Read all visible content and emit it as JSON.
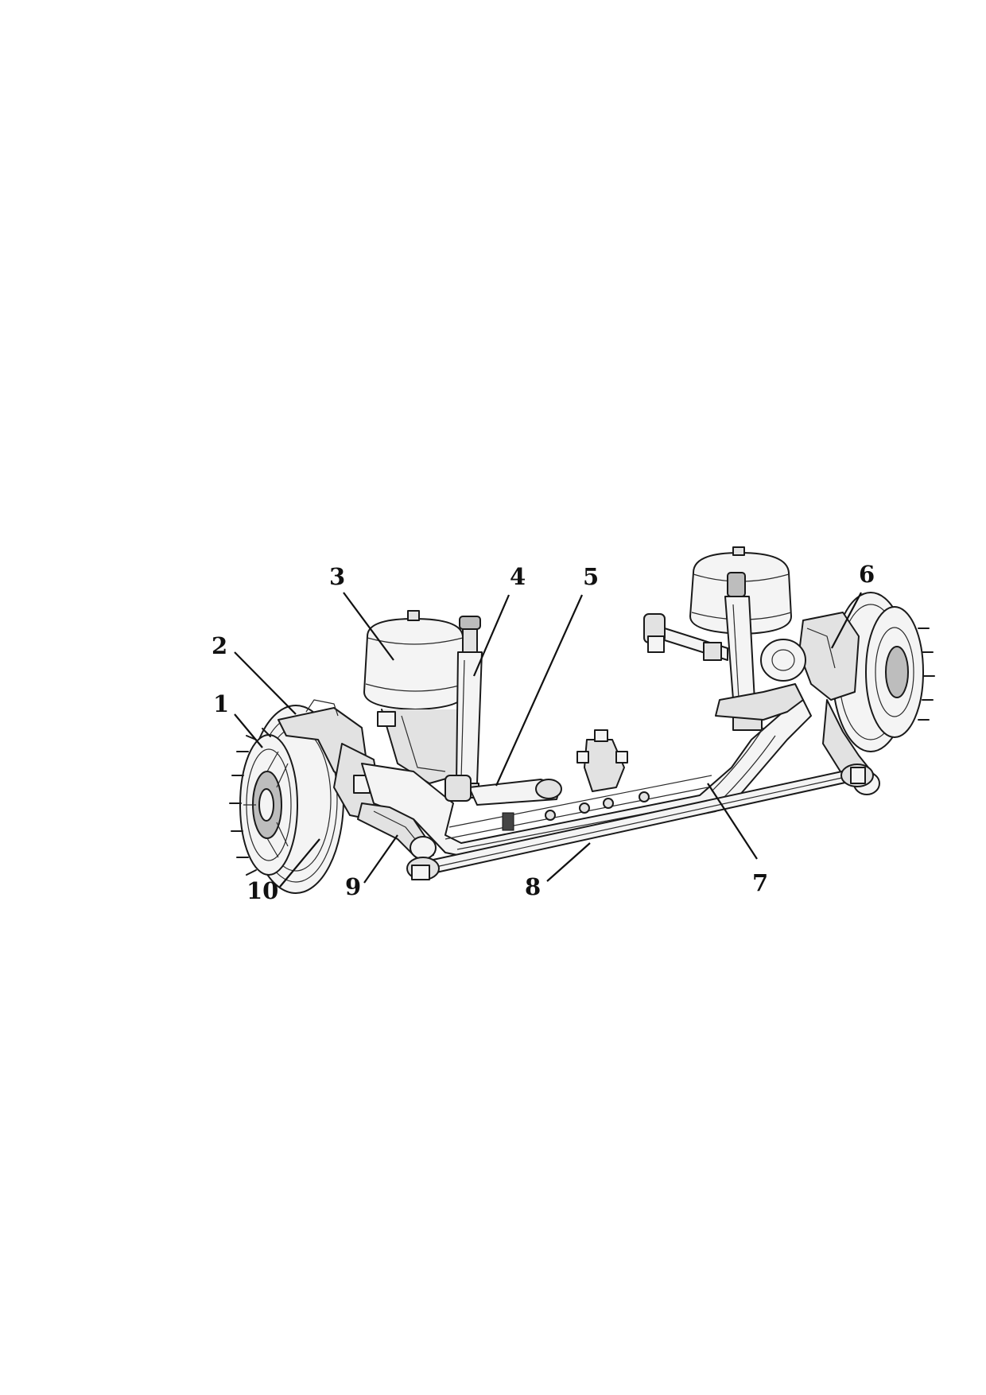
{
  "figure": {
    "labels": {
      "n1": "1",
      "n2": "2",
      "n3": "3",
      "n4": "4",
      "n5": "5",
      "n6": "6",
      "n7": "7",
      "n8": "8",
      "n9": "9",
      "n10": "10"
    }
  }
}
